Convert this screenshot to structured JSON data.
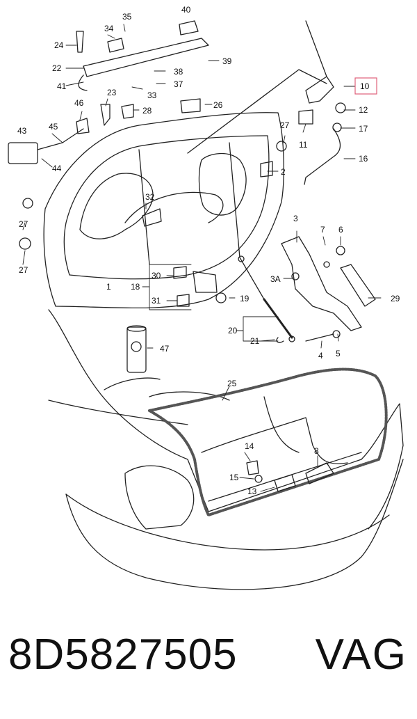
{
  "diagram": {
    "callouts": [
      "1",
      "2",
      "3",
      "3A",
      "4",
      "5",
      "6",
      "7",
      "8",
      "10",
      "11",
      "12",
      "13",
      "14",
      "15",
      "16",
      "17",
      "18",
      "19",
      "20",
      "21",
      "22",
      "23",
      "24",
      "25",
      "26",
      "27",
      "27",
      "27",
      "28",
      "29",
      "30",
      "31",
      "32",
      "33",
      "34",
      "35",
      "37",
      "38",
      "39",
      "40",
      "41",
      "43",
      "44",
      "45",
      "46",
      "47"
    ],
    "highlighted_callout": "10",
    "highlight_color": "#e0607a",
    "line_color": "#222222"
  },
  "footer": {
    "part_number": "8D5827505",
    "brand": "VAG"
  }
}
